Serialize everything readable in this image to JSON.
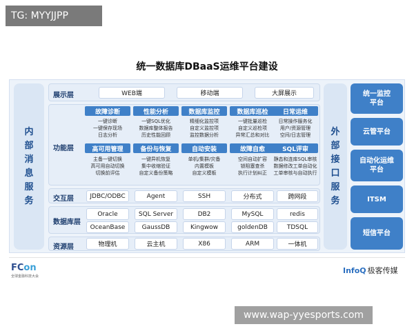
{
  "corner_tag": "TG: MYYJJPP",
  "title": "统一数据库DBaaS运维平台建设",
  "left_side": [
    "内",
    "部",
    "消",
    "息",
    "服",
    "务"
  ],
  "right_side": [
    "外",
    "部",
    "接",
    "口",
    "服",
    "务"
  ],
  "right_boxes": [
    "统一监控平台",
    "云管平台",
    "自动化运维平台",
    "ITSM",
    "短信平台"
  ],
  "layers": {
    "display": {
      "name": "展示层",
      "items": [
        "WEB端",
        "移动端",
        "大屏展示"
      ]
    },
    "function": {
      "name": "功能层",
      "row1": [
        {
          "head": "故障诊断",
          "lines": [
            "一键诊断",
            "一键保存现场",
            "日志分析"
          ]
        },
        {
          "head": "性能分析",
          "lines": [
            "一键SQL优化",
            "数据库整体报告",
            "历史性能回顾"
          ]
        },
        {
          "head": "数据库监控",
          "lines": [
            "精细化监控项",
            "自定义监控项",
            "监控数据分析"
          ]
        },
        {
          "head": "数据库巡检",
          "lines": [
            "一键批量巡检",
            "自定义巡检项",
            "异常汇总和对比"
          ]
        },
        {
          "head": "日常运维",
          "lines": [
            "日常操作服务化",
            "用户/资源管理",
            "空间/日志管理"
          ]
        }
      ],
      "row2": [
        {
          "head": "高可用管理",
          "lines": [
            "主备一键切换",
            "高可用自动切换",
            "切换前评估"
          ]
        },
        {
          "head": "备份与恢复",
          "lines": [
            "一键异机恢复",
            "集中收缩验证",
            "自定义备份策略"
          ]
        },
        {
          "head": "自动安装",
          "lines": [
            "单机/集群/灾备",
            "内置模板",
            "自定义模板"
          ]
        },
        {
          "head": "故障自愈",
          "lines": [
            "空间自动扩容",
            "锁阻塞查杀",
            "执行计划纠正"
          ]
        },
        {
          "head": "SQL评审",
          "lines": [
            "静态和连库SQL审核",
            "数据修改工单自动化",
            "工单审核与自动执行"
          ]
        }
      ]
    },
    "interaction": {
      "name": "交互层",
      "items": [
        "JDBC/ODBC",
        "Agent",
        "SSH",
        "分布式",
        "跨网段"
      ]
    },
    "database": {
      "name": "数据库层",
      "row1": [
        "Oracle",
        "SQL Server",
        "DB2",
        "MySQL",
        "redis"
      ],
      "row2": [
        "OceanBase",
        "GaussDB",
        "Kingwow",
        "goldenDB",
        "TDSQL"
      ]
    },
    "resource": {
      "name": "资源层",
      "items": [
        "物理机",
        "云主机",
        "X86",
        "ARM",
        "一体机"
      ]
    }
  },
  "footer": {
    "fcon_main": "FC",
    "fcon_accent": "on",
    "fcon_sub": "全球金融科技大会",
    "infoq": "InfoQ",
    "infoq_cn": "极客传媒"
  },
  "watermark": "www.wap-yyesports.com",
  "colors": {
    "accent": "#3f80c8",
    "panel": "#edf3fa",
    "text_dark": "#1f3f6f"
  }
}
